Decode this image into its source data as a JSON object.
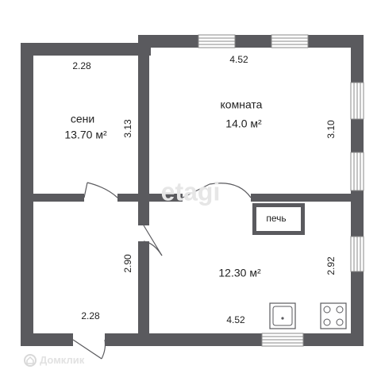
{
  "rooms": {
    "seni": {
      "name": "сени",
      "area": "13.70 м²"
    },
    "komnata": {
      "name": "комната",
      "area": "14.0 м²"
    },
    "lower_right": {
      "area": "12.30 м²"
    },
    "stove": {
      "name": "печь"
    }
  },
  "dimensions": {
    "seni_top": "2.28",
    "seni_side": "3.13",
    "komnata_top": "4.52",
    "komnata_side": "3.10",
    "lower_left_bottom": "2.28",
    "lower_left_side": "2.90",
    "lower_right_bottom": "4.52",
    "lower_right_side": "2.92"
  },
  "watermarks": {
    "center": "etagi",
    "corner": "Домклик"
  },
  "colors": {
    "wall": "#5a5a5e",
    "window_frame": "#8a8a8a",
    "text": "#222222",
    "watermark": "#e6e6e6"
  }
}
